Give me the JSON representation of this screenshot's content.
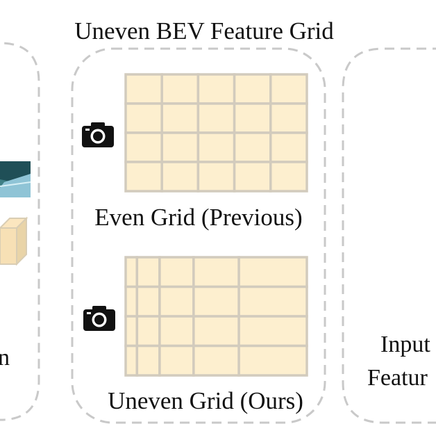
{
  "title": "Uneven BEV Feature Grid",
  "even_grid": {
    "caption": "Even Grid (Previous)",
    "icon": "camera-icon",
    "columns": 5,
    "rows": 4
  },
  "uneven_grid": {
    "caption": "Uneven Grid (Ours)",
    "icon": "camera-icon",
    "column_width_ratios": [
      1,
      2,
      3,
      4,
      6
    ],
    "rows": 4
  },
  "left_panel": {
    "partial_text": "n"
  },
  "right_panel": {
    "text_line1": "Input",
    "text_line2": "Featur"
  },
  "colors": {
    "cell_fill": "#fdefcf",
    "grid_line": "#d2cbbd",
    "dashed_border": "#c9c9c9",
    "text": "#111111",
    "icon": "#111111"
  }
}
